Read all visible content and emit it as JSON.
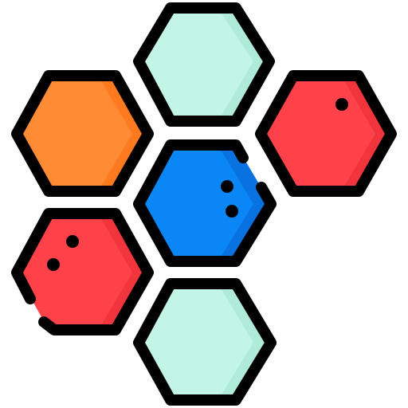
{
  "icon": {
    "name": "hexagon-cluster-icon",
    "outline_color": "#000000",
    "cells": [
      {
        "name": "top",
        "fill": "#c3f5e7",
        "shade": "#b0ebd9",
        "dots": 0
      },
      {
        "name": "upper-left",
        "fill": "#ff8b34",
        "shade": "#ff7a1f",
        "dots": 0
      },
      {
        "name": "upper-right",
        "fill": "#ff4249",
        "shade": "#f2353c",
        "dots": 1
      },
      {
        "name": "center",
        "fill": "#0a86f7",
        "shade": "#0872e0",
        "dots": 2
      },
      {
        "name": "lower-left",
        "fill": "#ff4249",
        "shade": "#f2353c",
        "dots": 2
      },
      {
        "name": "bottom",
        "fill": "#c3f5e7",
        "shade": "#b0ebd9",
        "dots": 0
      }
    ]
  }
}
